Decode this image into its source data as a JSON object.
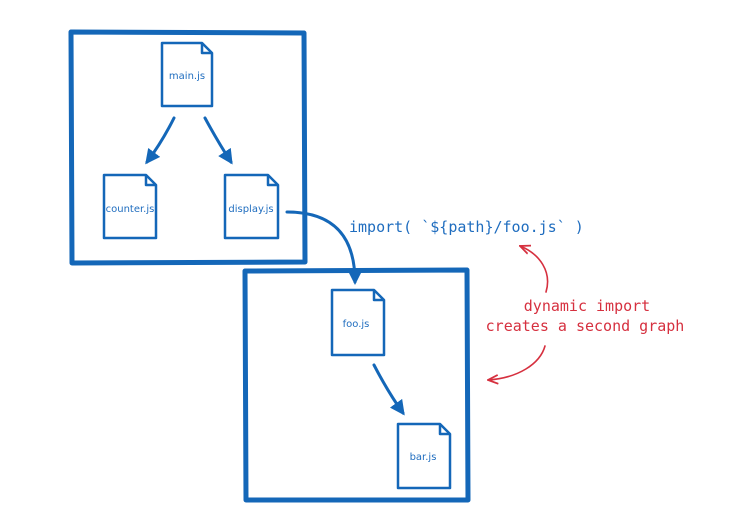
{
  "colors": {
    "blue": "#1467b8",
    "blue_text": "#1f6dbf",
    "red": "#d6303f",
    "background": "#ffffff"
  },
  "graph1": {
    "files": {
      "main": "main.js",
      "counter": "counter.js",
      "display": "display.js"
    }
  },
  "graph2": {
    "files": {
      "foo": "foo.js",
      "bar": "bar.js"
    }
  },
  "import_statement": "import( `${path}/foo.js` )",
  "annotation": {
    "line1": "dynamic import",
    "line2": "creates a second graph"
  }
}
